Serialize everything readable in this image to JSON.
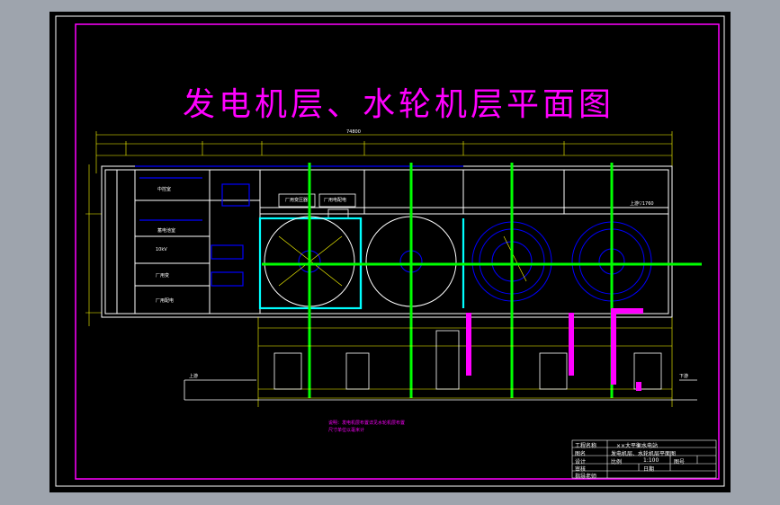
{
  "drawing": {
    "title": "发电机层、水轮机层平面图",
    "colors": {
      "background": "#000000",
      "frame": "#ff00ff",
      "walls": "#ffffff",
      "dimensions": "#ffff00",
      "axes": "#00ff00",
      "equipment": "#0000ff",
      "highlight": "#00ffff"
    }
  },
  "title_block": {
    "row1_label": "工程名称",
    "row1_value": "××大平衡水电站",
    "row2_label": "图名",
    "row2_value": "发电机层、水轮机层平面图",
    "row3_label": "设计",
    "row3_scale_label": "比例",
    "row3_scale_value": "1:100",
    "row3_sheet_label": "图号",
    "row4_label": "审核",
    "row4_date_label": "日期",
    "row5_label": "指导老师"
  },
  "annotations": {
    "note_line1": "说明：发电机层布置详见水轮机层布置",
    "note_line2": "尺寸单位以毫米计",
    "room1": "中控室",
    "room2": "蓄电池室",
    "room3": "厂用变压器",
    "room4": "厂用电配电",
    "room5": "10kV",
    "room6": "厂用变",
    "room7": "厂用配电",
    "elev_right": "上游▽1760",
    "total_length": "74800",
    "down_label_left": "上游",
    "down_label_right": "下游"
  }
}
